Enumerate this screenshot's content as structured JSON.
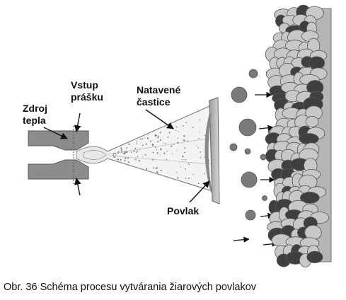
{
  "labels": {
    "heat_source_line1": "Zdroj",
    "heat_source_line2": "tepla",
    "powder_inlet_line1": "Vstup",
    "powder_inlet_line2": "prášku",
    "molten_particles_line1": "Natavené",
    "molten_particles_line2": "častice",
    "coating": "Povlak"
  },
  "caption": "Obr. 36 Schéma procesu vytvárania žiarových povlakov",
  "colors": {
    "torch_body": "#8c8c8c",
    "particle": "#7a7a7a",
    "coating_light": "#c8c8c8",
    "coating_dark": "#3f3f3f",
    "substrate": "#b5b5b5"
  },
  "icons": [
    "arrow-icon"
  ]
}
